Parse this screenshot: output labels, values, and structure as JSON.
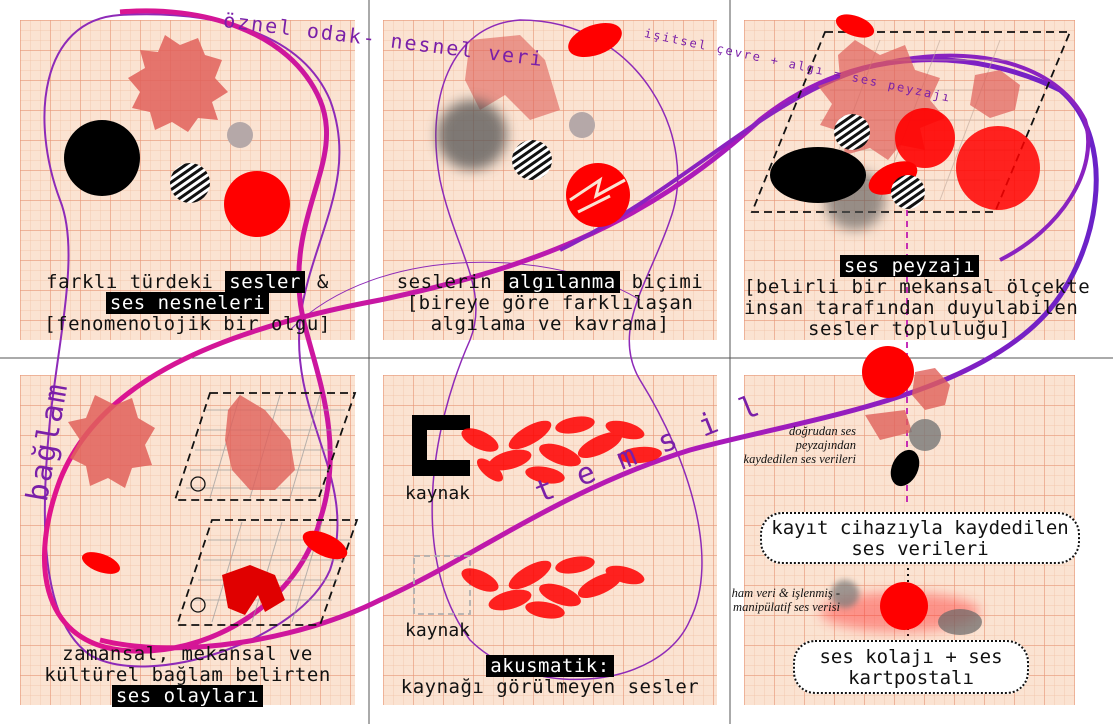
{
  "top_arc_label": "öznel odak- nesnel veri",
  "right_arc_label": "işitsel çevre + algı = ses peyzajı",
  "left_vertical_label": "bağlam",
  "temsil_label": "temsil",
  "panel1": {
    "line1_pre": "farklı türdeki",
    "line1_hl": "sesler",
    "line1_post": "&",
    "line2_hl": "ses nesneleri",
    "line3": "[fenomenolojik bir olgu]"
  },
  "panel2": {
    "line1_pre": "seslerin",
    "line1_hl": "algılanma",
    "line1_post": "biçimi",
    "line2": "[bireye göre farklılaşan",
    "line3": "algılama ve kavrama]"
  },
  "panel3": {
    "title_hl": "ses peyzajı",
    "line1": "[belirli bir mekansal ölçekte",
    "line2": "insan tarafından duyulabilen",
    "line3": "sesler topluluğu]"
  },
  "panel4": {
    "line1": "zamansal, mekansal ve",
    "line2": "kültürel bağlam belirten",
    "line3_hl": "ses olayları"
  },
  "panel5": {
    "kaynak_top": "kaynak",
    "kaynak_bottom": "kaynak",
    "title_hl": "akusmatik:",
    "line2": "kaynağı görülmeyen sesler"
  },
  "panel6": {
    "note1_line1": "doğrudan ses",
    "note1_line2": "peyzajından",
    "note1_line3": "kaydedilen ses verileri",
    "pill1_line1": "kayıt cihazıyla kaydedilen",
    "pill1_line2": "ses verileri",
    "note2_line1": "ham veri & işlenmiş -",
    "note2_line2": "manipülatif ses verisi",
    "pill2_line1": "ses kolajı + ses",
    "pill2_line2": "kartpostalı"
  },
  "colors": {
    "red": "#ff0000",
    "pink_red": "#e0605a",
    "purple": "#7a1fa8",
    "magenta": "#e0148c",
    "panel_bg": "#fbe3d2",
    "grid": "#e89678"
  }
}
